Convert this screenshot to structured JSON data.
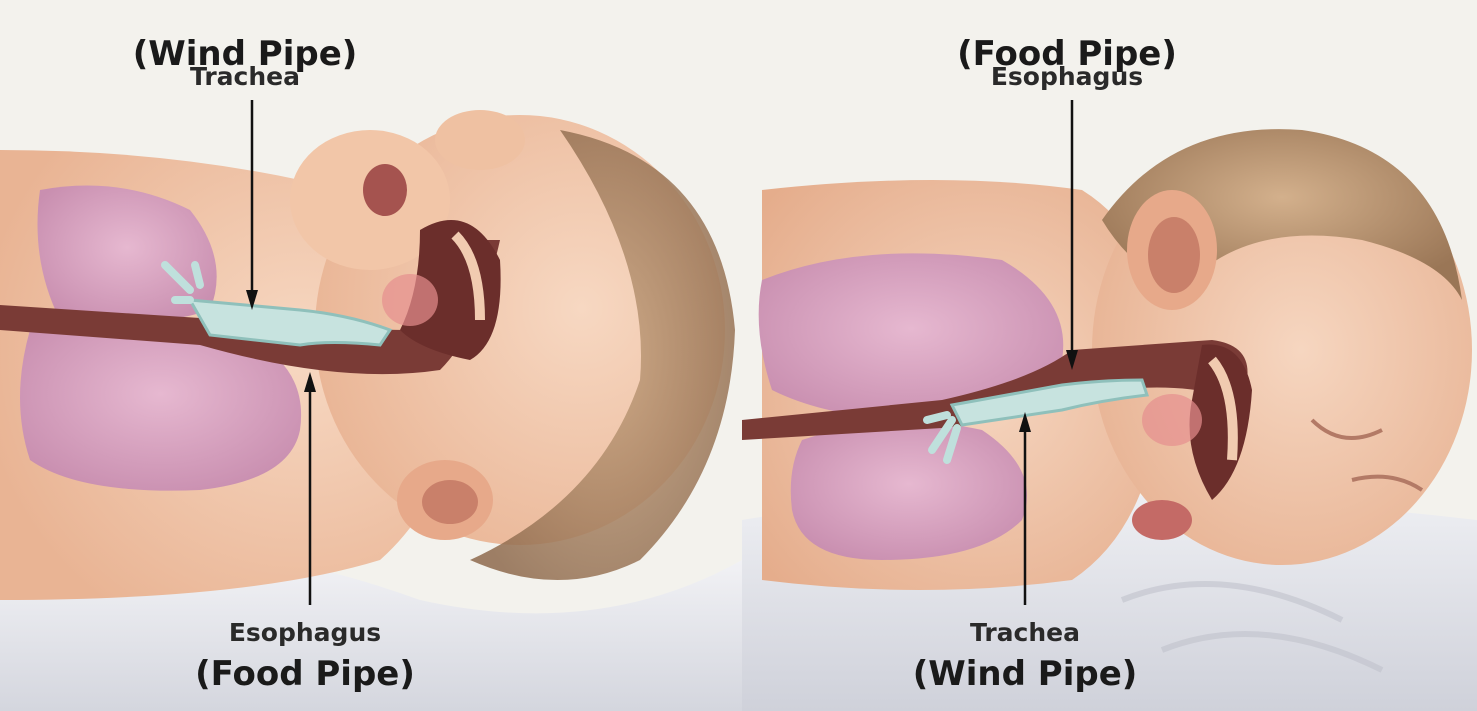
{
  "left_panel": {
    "top_label": {
      "paren": "(Wind Pipe)",
      "name": "Trachea"
    },
    "bottom_label": {
      "name": "Esophagus",
      "paren": "(Food Pipe)"
    }
  },
  "right_panel": {
    "top_label": {
      "paren": "(Food Pipe)",
      "name": "Esophagus"
    },
    "bottom_label": {
      "name": "Trachea",
      "paren": "(Wind Pipe)"
    }
  },
  "colors": {
    "background": "#ecebe6",
    "skin": "#f1c7a8",
    "lung": "#d9a3c0",
    "pipe": "#7a3b36",
    "cartilage": "#bfe0dc",
    "hair": "#b08a68",
    "sheet": "#e3e4ea"
  }
}
